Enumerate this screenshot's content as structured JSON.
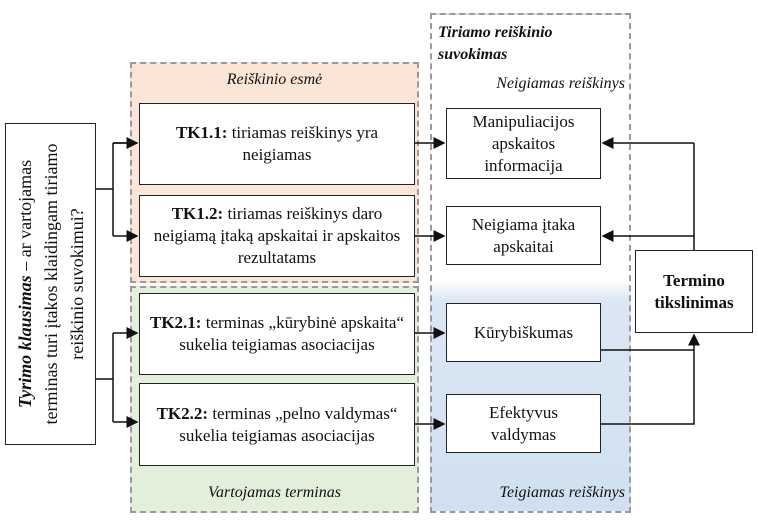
{
  "question": {
    "label": "Tyrimo klausimas",
    "text": " – ar vartojamas terminas turi įtakos klaidingam tiriamo reiškinio suvokimui?"
  },
  "groups": {
    "essence": {
      "label": "Reiškinio esmė",
      "color": "#fbe5d6"
    },
    "term": {
      "label": "Vartojamas terminas",
      "color": "#e2efda"
    },
    "perception": {
      "title": "Tiriamo reiškinio suvokimas",
      "negative": "Neigiamas reiškinys",
      "positive": "Teigiamas reiškinys",
      "color": "#d6e4f2"
    }
  },
  "tasks": [
    {
      "id": "TK1.1:",
      "text": " tiriamas reiškinys yra neigiamas"
    },
    {
      "id": "TK1.2:",
      "text": " tiriamas reiškinys daro neigiamą įtaką apskaitai ir apskaitos rezultatams"
    },
    {
      "id": "TK2.1:",
      "text": " terminas „kūrybinė apskaita“ sukelia teigiamas asociacijas"
    },
    {
      "id": "TK2.2:",
      "text": " terminas „pelno valdymas“ sukelia teigiamas asociacijas"
    }
  ],
  "outcomes": [
    "Manipuliacijos apskaitos informacija",
    "Neigiama įtaka apskaitai",
    "Kūrybiškumas",
    "Efektyvus valdymas"
  ],
  "refinement": "Termino tikslinimas"
}
